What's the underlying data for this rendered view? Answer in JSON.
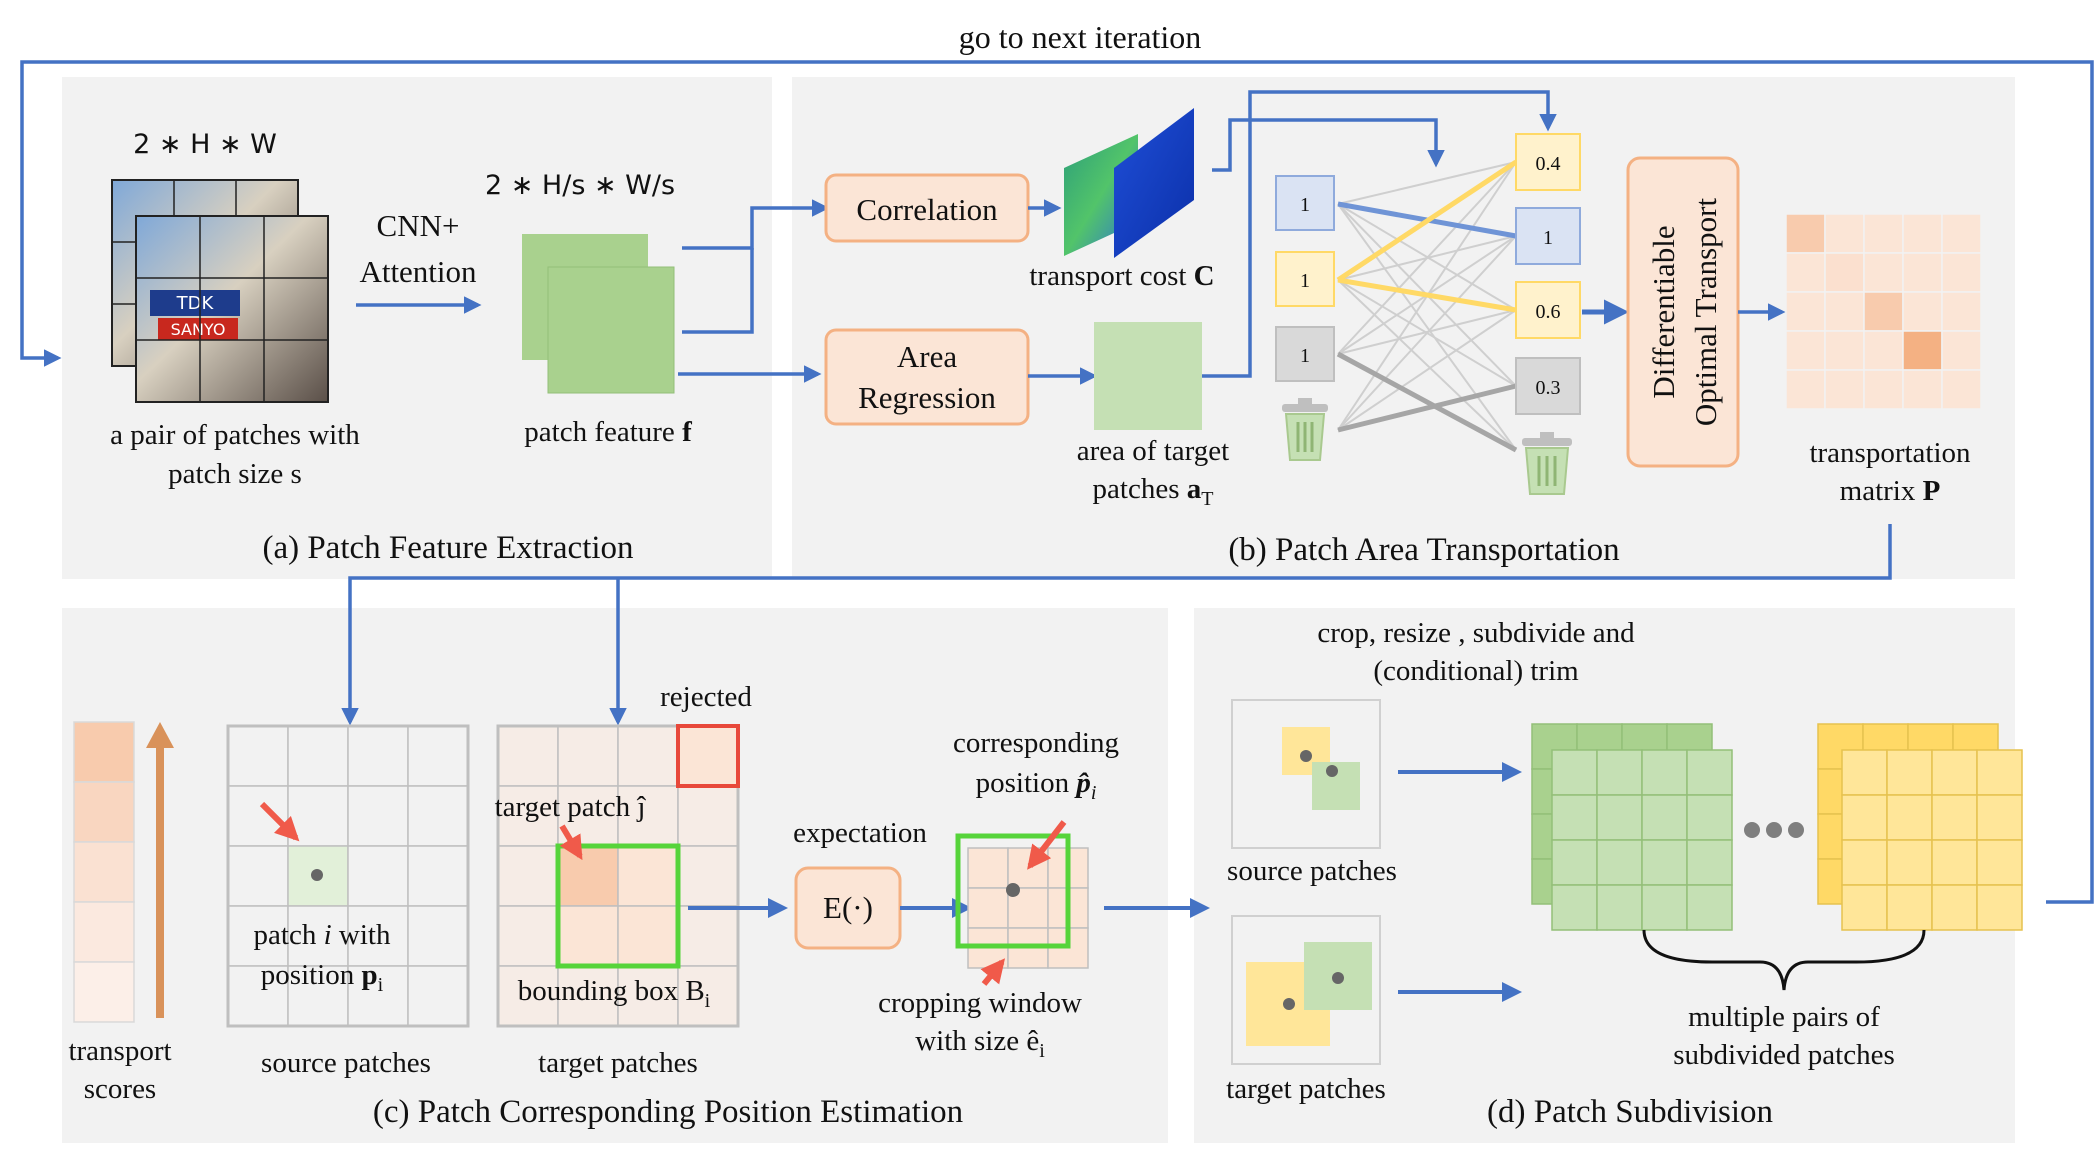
{
  "top_label": "go to next iteration",
  "panels": {
    "a": {
      "title": "(a) Patch Feature Extraction",
      "input_size": "2 ∗ H ∗ W",
      "input_caption_1": "a pair of patches with",
      "input_caption_2": "patch size s",
      "op_1": "CNN+",
      "op_2": "Attention",
      "feature_size": "2 ∗ H/s ∗ W/s",
      "feature_caption": "patch feature",
      "feature_symbol": "f"
    },
    "b": {
      "title": "(b) Patch Area Transportation",
      "correlation": "Correlation",
      "area_regression_1": "Area",
      "area_regression_2": "Regression",
      "cost_caption": "transport cost",
      "cost_symbol": "C",
      "area_caption_1": "area of target",
      "area_caption_2": "patches",
      "area_symbol": "a",
      "area_subscript": "T",
      "source_nodes": [
        "1",
        "1",
        "1"
      ],
      "target_nodes": [
        "0.4",
        "1",
        "0.6",
        "0.3"
      ],
      "ot_1": "Differentiable",
      "ot_2": "Optimal Transport",
      "matrix_caption_1": "transportation",
      "matrix_caption_2": "matrix",
      "matrix_symbol": "P"
    },
    "c": {
      "title": "(c) Patch Corresponding Position Estimation",
      "transport_caption_1": "transport",
      "transport_caption_2": "scores",
      "source_caption": "source patches",
      "target_caption": "target patches",
      "patch_label_1a": "patch ",
      "patch_label_1b": "i",
      "patch_label_1c": " with",
      "patch_label_2a": "position ",
      "patch_label_2b": "p",
      "patch_label_2c": "i",
      "rejected": "rejected",
      "target_patch_a": "target patch ",
      "target_patch_b": "ĵ",
      "bbox_a": "bounding box B",
      "bbox_b": "i",
      "expectation": "expectation",
      "expect_op": "E(·)",
      "corr_1": "corresponding",
      "corr_2a": "position ",
      "corr_2b": "p̂",
      "corr_2c": "i",
      "crop_1": "cropping window",
      "crop_2a": "with size ",
      "crop_2b": "ê",
      "crop_2c": "i"
    },
    "d": {
      "title": "(d) Patch Subdivision",
      "ops_1": "crop, resize , subdivide and",
      "ops_2": "(conditional) trim",
      "source_caption": "source patches",
      "target_caption": "target patches",
      "multi_1": "multiple pairs of",
      "multi_2": "subdivided patches"
    }
  },
  "colors": {
    "arrow": "#4472c4",
    "panel_bg": "#f2f2f2",
    "box_fill": "#fbe5d6",
    "box_stroke": "#f4b183",
    "green": "#b5d8a0",
    "yellow": "#ffe699",
    "red": "#e8483a",
    "bright_green": "#56d43a"
  }
}
